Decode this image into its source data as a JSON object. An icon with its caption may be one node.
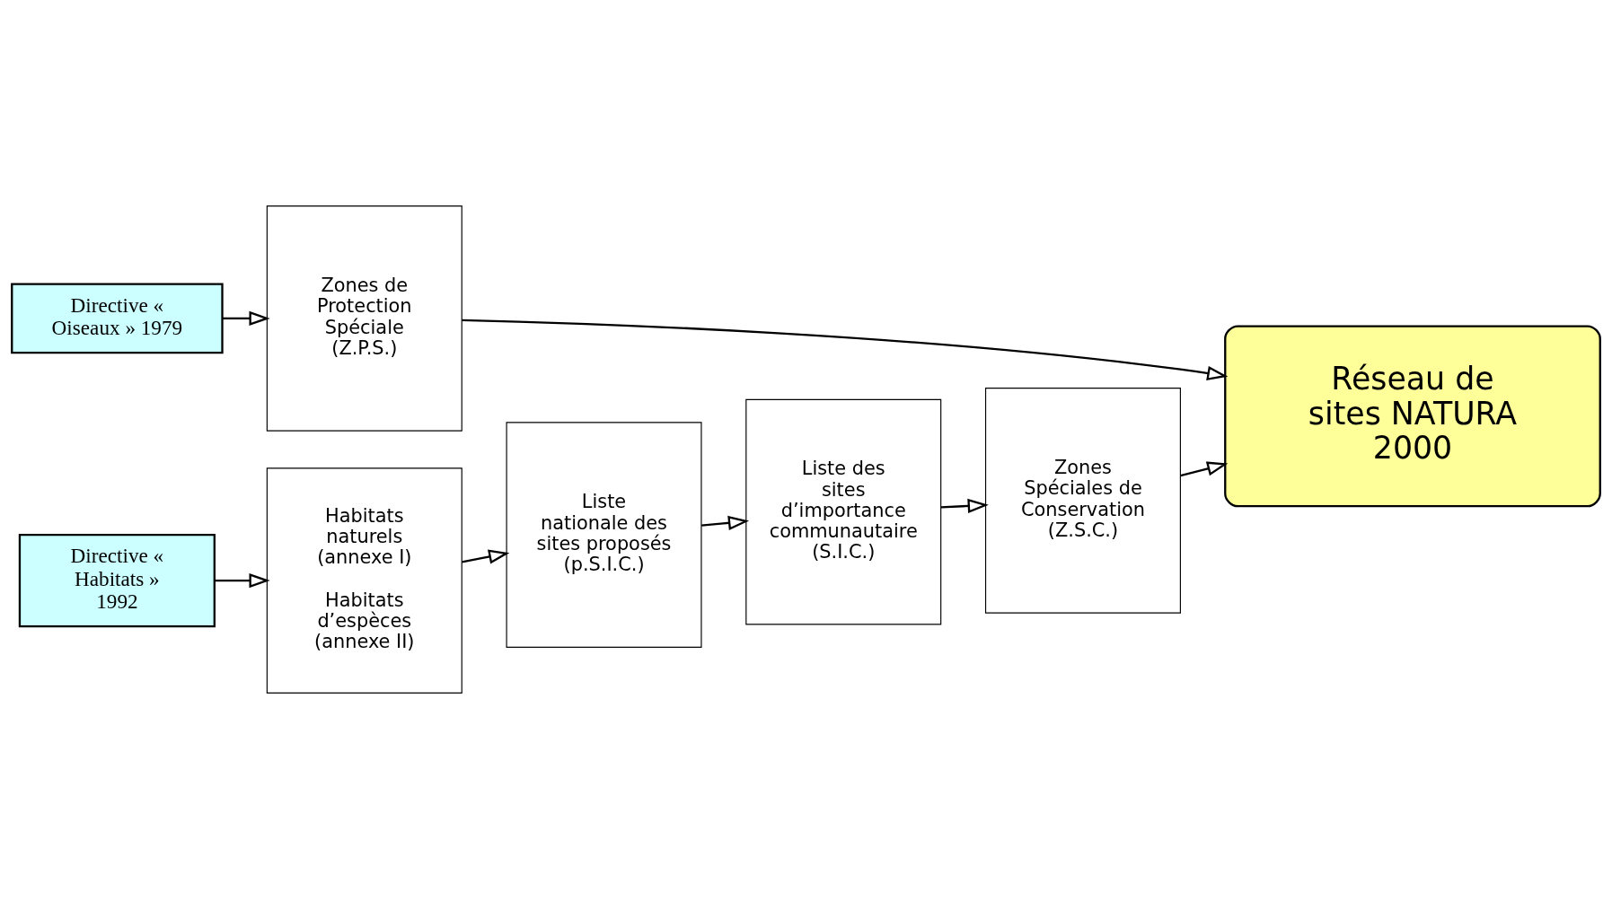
{
  "diagram": {
    "nodes": [
      {
        "text": [
          "Directive « Oiseaux » 1979"
        ]
      },
      {
        "text": [
          "Zones de Protection Spéciale (Z.P.S.)"
        ]
      },
      {
        "text": [
          "Réseau de sites NATURA 2000"
        ]
      },
      {
        "text": [
          "Directive « Habitats » 1992"
        ]
      },
      {
        "text": [
          "Habitats naturels (annexe I)",
          "Habitats d’espèces (annexe II)"
        ]
      },
      {
        "text": [
          "Liste nationale des sites proposés (p.S.I.C.)"
        ]
      },
      {
        "text": [
          "Liste des sites d’importance communautaire (S.I.C.)"
        ]
      },
      {
        "text": [
          "Zones Spéciales de Conservation (Z.S.C.)"
        ]
      }
    ],
    "edges": [
      {
        "from": 0,
        "to": 1,
        "arrow": "to"
      },
      {
        "from": 1,
        "to": 2,
        "arrow": "to"
      },
      {
        "from": 3,
        "to": 4,
        "arrow": "to"
      },
      {
        "from": 4,
        "to": 5,
        "arrow": "to"
      },
      {
        "from": 5,
        "to": 6,
        "arrow": "to"
      },
      {
        "from": 6,
        "to": 7,
        "arrow": "to"
      },
      {
        "from": 7,
        "to": 2,
        "arrow": "to"
      }
    ]
  }
}
